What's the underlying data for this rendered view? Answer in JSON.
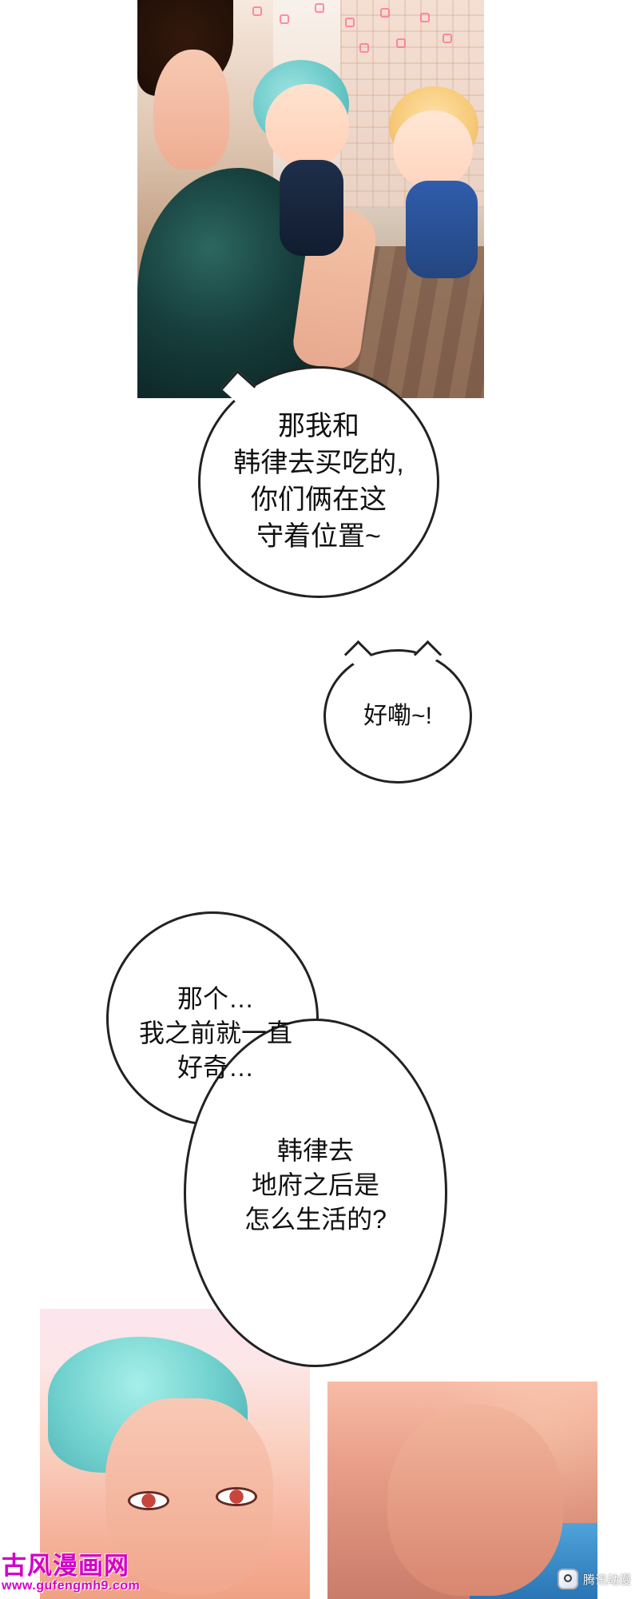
{
  "speech_bubbles": {
    "bubble_1": "那我和\n韩律去买吃的,\n你们俩在这\n守着位置~",
    "bubble_2": "好嘞~!",
    "bubble_3": "那个…\n我之前就一直\n好奇…",
    "bubble_4": "韩律去\n地府之后是\n怎么生活的?"
  },
  "watermarks": {
    "left_main": "古风漫画网",
    "left_sub": "www.gufengmh9.com",
    "right_logo_text": "腾讯动漫"
  },
  "colors": {
    "watermark_left": "#d300c7",
    "bubble_border": "#222222",
    "page_background": "#ffffff"
  }
}
